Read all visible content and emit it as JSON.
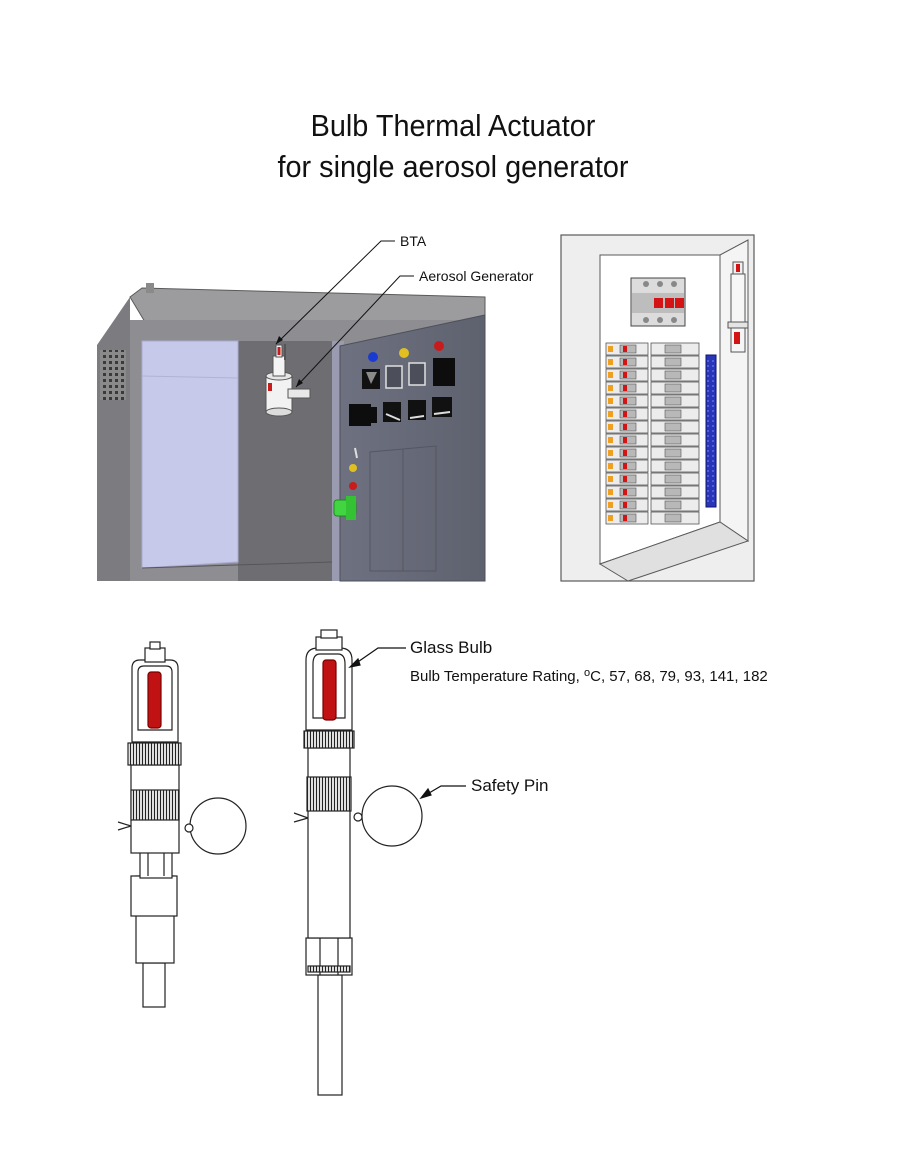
{
  "title": {
    "line1": "Bulb Thermal Actuator",
    "line2": "for single aerosol generator"
  },
  "callouts": {
    "bta": "BTA",
    "aerosol_generator": "Aerosol Generator",
    "glass_bulb": "Glass Bulb",
    "rating_prefix": "Bulb Temperature Rating, ",
    "rating_degree": "o",
    "rating_values": "C, 57, 68, 79, 93, 141, 182",
    "safety_pin": "Safety Pin"
  }
}
